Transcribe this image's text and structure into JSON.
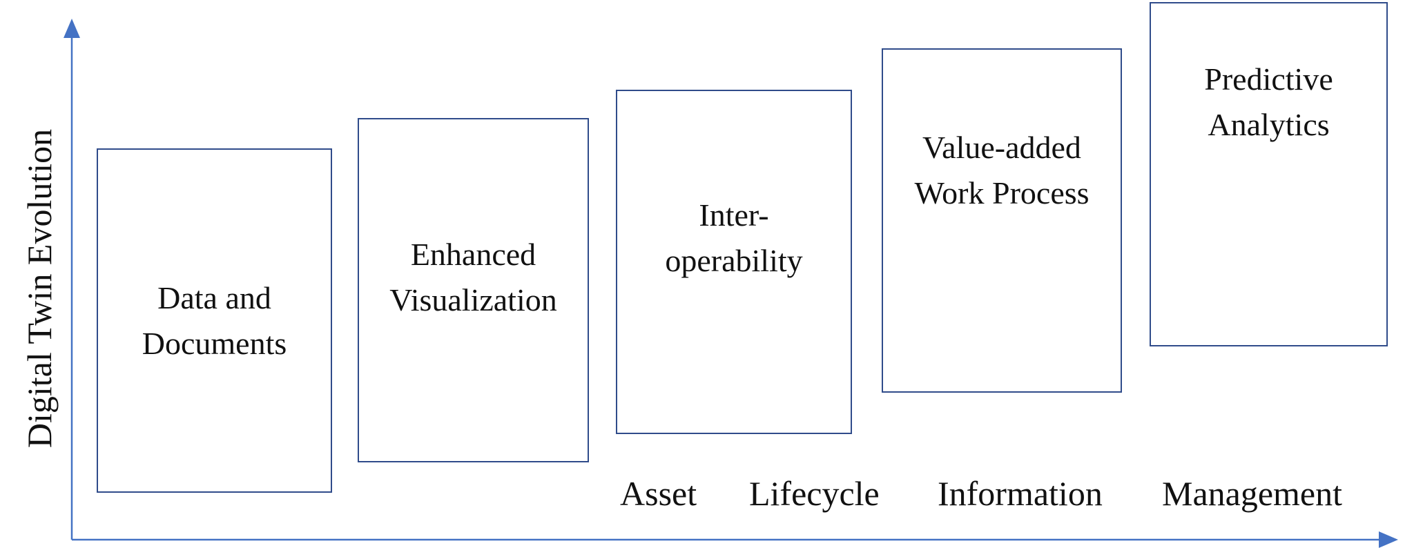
{
  "diagram": {
    "y_axis_label": "Digital Twin Evolution",
    "x_axis_words": [
      "Asset",
      "Lifecycle",
      "Information",
      "Management"
    ],
    "stages": [
      {
        "label": "Data and\nDocuments"
      },
      {
        "label": "Enhanced\nVisualization"
      },
      {
        "label": "Inter-\noperability"
      },
      {
        "label": "Value-added\nWork Process"
      },
      {
        "label": "Predictive\nAnalytics"
      }
    ],
    "colors": {
      "axis": "#4472c4",
      "box_border": "#2f4b8a",
      "text": "#111111"
    }
  }
}
